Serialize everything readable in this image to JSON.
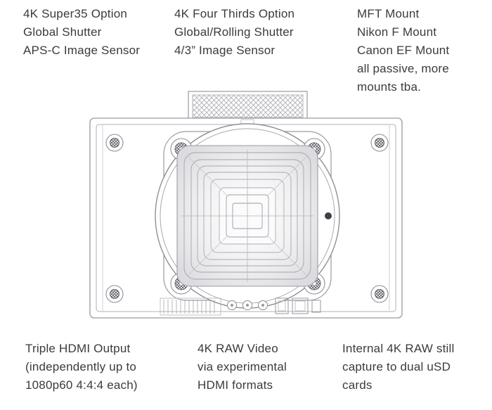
{
  "page": {
    "background": "#ffffff",
    "text_color": "#3b3b3b",
    "line_color": "#9a9aa2"
  },
  "diagram": {
    "name": "camera-front-technical-drawing"
  },
  "annotations": {
    "top_left": [
      "4K Super35 Option",
      "Global Shutter",
      "APS-C Image Sensor"
    ],
    "top_center": [
      "4K Four Thirds Option",
      "Global/Rolling Shutter",
      "4/3” Image Sensor"
    ],
    "top_right": [
      "MFT Mount",
      "Nikon F Mount",
      "Canon EF Mount",
      "all passive, more",
      "mounts tba."
    ],
    "bottom_left": [
      "Triple HDMI Output",
      "(independently up to",
      "1080p60 4:4:4 each)"
    ],
    "bottom_center": [
      "4K RAW Video",
      "via experimental",
      "HDMI formats"
    ],
    "bottom_right": [
      "Internal 4K RAW still",
      "capture to dual uSD",
      "cards"
    ]
  }
}
